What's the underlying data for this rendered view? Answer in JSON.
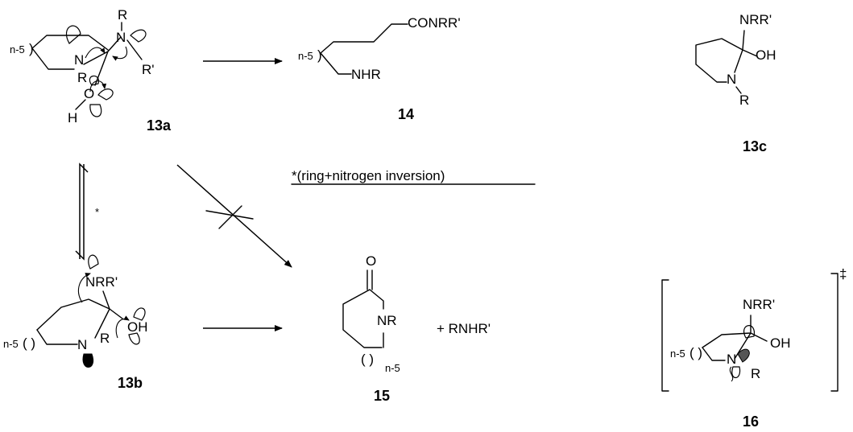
{
  "compounds": {
    "c13a": "13a",
    "c13b": "13b",
    "c13c": "13c",
    "c14": "14",
    "c15": "15",
    "c16": "16"
  },
  "labels": {
    "R": "R",
    "Rp": "R'",
    "N": "N",
    "O": "O",
    "H": "H",
    "OH": "OH",
    "NRRp": "NRR'",
    "NHR": "NHR",
    "NR": "NR",
    "CONRRp": "CONRR'",
    "ring_n5": "n-5",
    "ring_n5_sub": "n-5",
    "paren": "( )",
    "paren_right": ")",
    "byproduct": "+ RNHR'",
    "dagger": "‡",
    "star": "*"
  },
  "annotation": {
    "inversion_note": "*(ring+nitrogen inversion)"
  }
}
